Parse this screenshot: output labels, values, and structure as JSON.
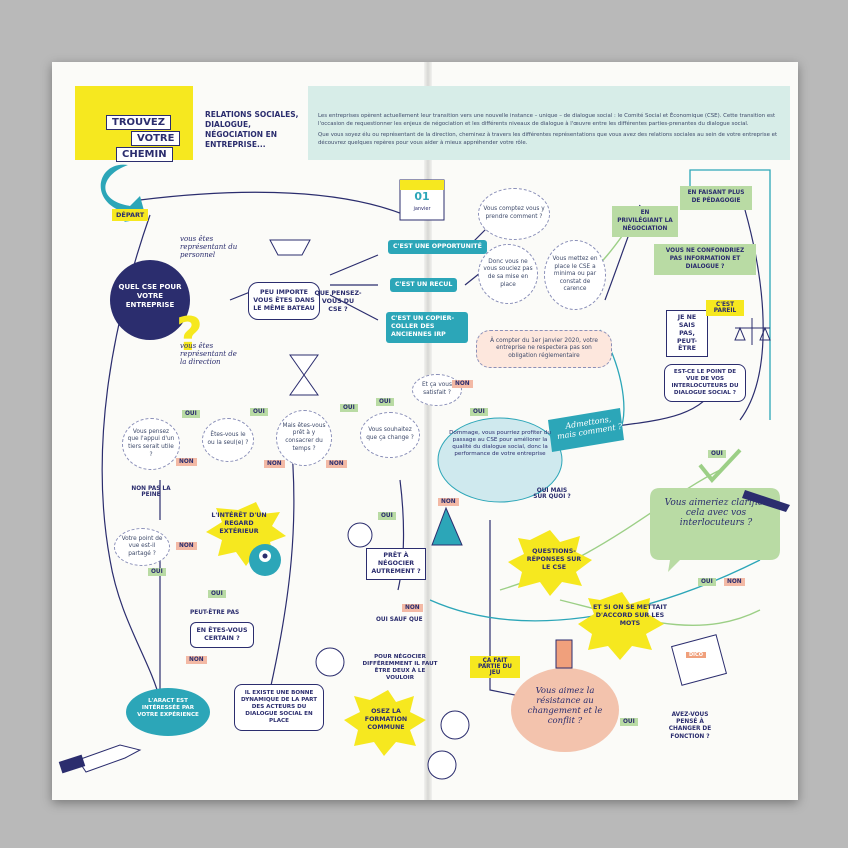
{
  "header": {
    "title": [
      "Trouvez",
      "votre",
      "chemin"
    ],
    "subtitle": "Relations sociales, dialogue, négociation en entreprise...",
    "intro_1": "Les entreprises opèrent actuellement leur transition vers une nouvelle instance – unique – de dialogue social : le Comité Social et Économique (CSE). Cette transition est l'occasion de requestionner les enjeux de négociation et les différents niveaux de dialogue à l'œuvre entre les différentes parties-prenantes du dialogue social.",
    "intro_2": "Que vous soyez élu ou représentant de la direction, cheminez à travers les différentes représentations que vous avez des relations sociales au sein de votre entreprise et découvrez quelques repères pour vous aider à mieux appréhender votre rôle."
  },
  "left": {
    "depart": "Départ",
    "personnel": "vous êtes représentant du personnel",
    "direction": "vous êtes représentant de la direction",
    "quel_cse": "Quel CSE pour votre entreprise",
    "bateau": "Peu importe vous êtes dans le même bateau",
    "que_pensez": "Que pensez-vous du CSE ?",
    "opportunite": "C'est une opportunité",
    "recul": "C'est un recul",
    "copier": "C'est un copier-coller des anciennes IRP",
    "q_appui": "Vous pensez que l'appui d'un tiers serait utile ?",
    "q_seul": "Êtes-vous le ou la seul(e) ?",
    "q_temps": "Mais êtes-vous prêt à y consacrer du temps ?",
    "q_change": "Vous souhaitez que ça change ?",
    "non_pas_la_peine": "Non pas la peine",
    "q_partage": "Votre point de vue est-il partagé ?",
    "interet": "L'intérêt d'un regard extérieur",
    "peut_etre": "Peut-être pas",
    "certain": "En êtes-vous certain ?",
    "aract": "L'Aract est intéressée par votre expérience",
    "dynamique": "Il existe une bonne dynamique de la part des acteurs du dialogue social en place"
  },
  "center": {
    "date_day": "01",
    "date_month": "janvier",
    "q_comptez": "Vous comptez vous y prendre comment ?",
    "q_soucier": "Donc vous ne vous souciez pas de sa mise en place",
    "q_mettez": "Vous mettez en place le CSE a minima ou par constat de carence",
    "a_compter": "À compter du 1er janvier 2020, votre entreprise ne respectera pas son obligation réglementaire",
    "q_satisfait": "Et ça vous satisfait ?",
    "dommage": "Dommage, vous pourriez profiter du passage au CSE pour améliorer la qualité du dialogue social, donc la performance de votre entreprise",
    "pret": "Prêt à négocier autrement ?",
    "oui_sauf": "Oui sauf que",
    "pour_negocier": "Pour négocier différemment il faut être deux à le vouloir",
    "osez": "Osez la formation commune",
    "fait_partie": "Ça fait partie du jeu",
    "oui_mais": "Oui mais sur quoi ?",
    "questions": "Questions-réponses sur le CSE"
  },
  "right": {
    "privilegiant": "En privilégiant la négociation",
    "pedagogie": "En faisant plus de pédagogie",
    "confondriez": "Vous ne confondriez pas information et dialogue ?",
    "sais_pas": "Je ne sais pas, peut-être",
    "pareil": "C'est pareil",
    "point_de_vue": "Est-ce le point de vue de vos interlocuteurs du dialogue social ?",
    "admettons": "Admettons, mais comment ?",
    "clarifier": "Vous aimeriez clarifier cela avec vos interlocuteurs ?",
    "accord": "Et si on se mettait d'accord sur les mots",
    "resistance": "Vous aimez la résistance au changement et le conflit ?",
    "avez_vous": "Avez-vous pensé à changer de fonction ?",
    "dico": "DICO"
  },
  "labels": {
    "oui": "Oui",
    "non": "Non"
  },
  "colors": {
    "yellow": "#f6e81f",
    "teal": "#2ca6b8",
    "green": "#b9dba4",
    "navy": "#2b2d6e",
    "salmon": "#f3b9a5"
  }
}
